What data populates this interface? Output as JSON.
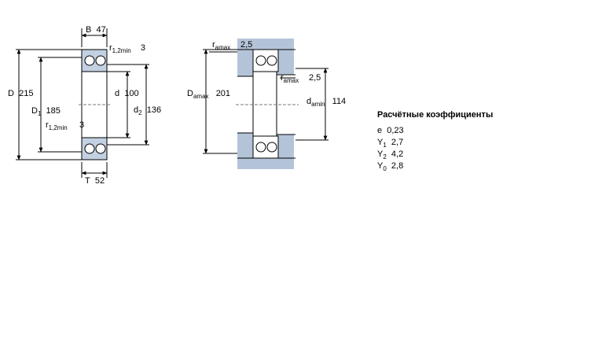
{
  "bearing_drawing": {
    "B": {
      "sym": "B",
      "val": "47"
    },
    "r12_top": {
      "sym": "r",
      "sub": "1,2min",
      "val": "3"
    },
    "D": {
      "sym": "D",
      "val": "215"
    },
    "D1": {
      "sym": "D",
      "sub": "1",
      "val": "185"
    },
    "r12_mid": {
      "sym": "r",
      "sub": "1,2min",
      "val": "3"
    },
    "d": {
      "sym": "d",
      "val": "100"
    },
    "d2": {
      "sym": "d",
      "sub": "2",
      "val": "136"
    },
    "T": {
      "sym": "T",
      "val": "52"
    }
  },
  "abutment_drawing": {
    "ra_top": {
      "sym": "r",
      "sub": "amax",
      "val": "2,5"
    },
    "ra_right": {
      "sym": "r",
      "sub": "amax",
      "val": "2,5"
    },
    "Da": {
      "sym": "D",
      "sub": "amax",
      "val": "201"
    },
    "da": {
      "sym": "d",
      "sub": "amin",
      "val": "114"
    }
  },
  "coefficients": {
    "title": "Расчётные коэффициенты",
    "e": {
      "sym": "e",
      "sub": "",
      "val": "0,23"
    },
    "Y1": {
      "sym": "Y",
      "sub": "1",
      "val": "2,7"
    },
    "Y2": {
      "sym": "Y",
      "sub": "2",
      "val": "4,2"
    },
    "Y0": {
      "sym": "Y",
      "sub": "0",
      "val": "2,8"
    }
  },
  "colors": {
    "steel": "#c2d0e2",
    "abutment": "#b4c4d8",
    "line": "#000000",
    "dash": "#7a7a7a"
  }
}
